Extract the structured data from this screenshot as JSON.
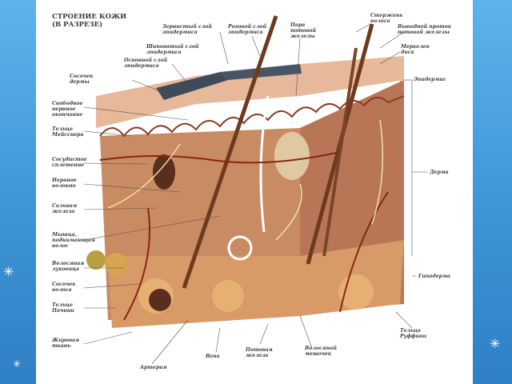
{
  "title": "СТРОЕНИЕ КОЖИ\n(В РАЗРЕЗЕ)",
  "labels": {
    "zernistyi": "Зернистый слой\nэпидермиса",
    "rogovoi": "Роговой слой\nэпидермиса",
    "pora": "Пора\nпотовой\nжелезы",
    "sterzhen": "Стержень\nволоса",
    "protok": "Выводной проток\nпотовой железы",
    "merkel": "Меркелев\nдиск",
    "shipovatyi": "Шиповатый слой\nэпидермиса",
    "osnovnoi": "Основной слой\nэпидермиса",
    "sosochek_dermy": "Сосочек\nдермы",
    "epidermis": "Эпидермис",
    "svobodnoe": "Свободное\nнервное\nокончание",
    "meissner": "Тельце\nМейсснера",
    "sosudistoe": "Сосудистое\nсплетение",
    "nervnoe": "Нервное\nволокно",
    "derma": "Дерма",
    "salnaya": "Сальная\nжелеза",
    "myshca": "Мышца,\nподнимающая\nволос",
    "lukovica": "Волосяная\nлуковица",
    "gipoderma": "Гиподерма",
    "sosochek_volosa": "Сосочек\nволоса",
    "pachini": "Тельце\nПачини",
    "ruffini": "Тельце\nРуффини",
    "zhirovaya": "Жировая\nткань",
    "vena": "Вена",
    "potovaya": "Потовая\nжелеза",
    "meshochek": "Волосяной\nмешочек",
    "arteria": "Артерия"
  },
  "colors": {
    "background": "#3e95d6",
    "tissue": "#c98b63",
    "epidermis": "#e8b89a",
    "stratum": "#3f4b5a",
    "hair": "#6e3a1e",
    "vessel": "#8a2416",
    "nerve": "#efe3a0",
    "fat": "#e7b073",
    "gland": "#e0c9a0"
  }
}
